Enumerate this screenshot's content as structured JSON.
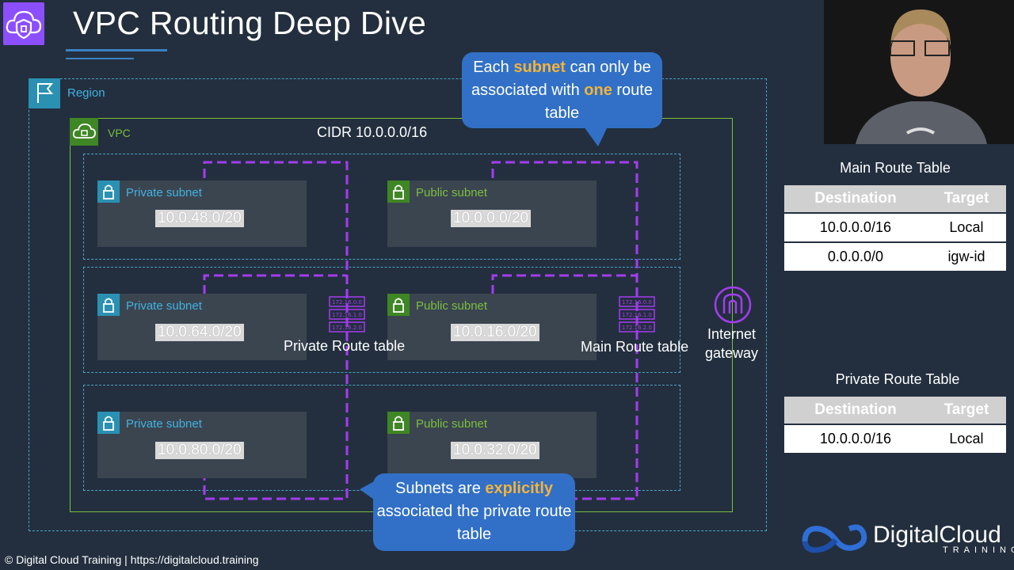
{
  "title": "VPC Routing Deep Dive",
  "region_label": "Region",
  "vpc_label": "VPC",
  "vpc_cidr": "CIDR 10.0.0.0/16",
  "subnets": [
    {
      "label": "Private subnet",
      "cidr": "10.0.48.0/20"
    },
    {
      "label": "Public subnet",
      "cidr": "10.0.0.0/20"
    },
    {
      "label": "Private subnet",
      "cidr": "10.0.64.0/20"
    },
    {
      "label": "Public subnet",
      "cidr": "10.0.16.0/20"
    },
    {
      "label": "Private subnet",
      "cidr": "10.0.80.0/20"
    },
    {
      "label": "Public subnet",
      "cidr": "10.0.32.0/20"
    }
  ],
  "route_icons": {
    "private": [
      "172.16.0.0",
      "172.16.1.0",
      "172.16.2.0"
    ],
    "main": [
      "172.16.0.0",
      "172.16.1.0",
      "172.16.2.0"
    ]
  },
  "private_rt_label": "Private Route table",
  "main_rt_label": "Main Route table",
  "igw": {
    "line1": "Internet",
    "line2": "gateway"
  },
  "bubble_top": {
    "pre": "Each ",
    "hl1": "subnet",
    "mid": " can only be associated with ",
    "hl2": "one",
    "post": " route table"
  },
  "bubble_bottom": {
    "pre": "Subnets are ",
    "hl": "explicitly",
    "post": " associated the private route table"
  },
  "main_table": {
    "title": "Main Route Table",
    "headers": [
      "Destination",
      "Target"
    ],
    "rows": [
      [
        "10.0.0.0/16",
        "Local"
      ],
      [
        "0.0.0.0/0",
        "igw-id"
      ]
    ]
  },
  "private_table": {
    "title": "Private Route Table",
    "headers": [
      "Destination",
      "Target"
    ],
    "rows": [
      [
        "10.0.0.0/16",
        "Local"
      ]
    ]
  },
  "footer": "© Digital Cloud Training  | https://digitalcloud.training",
  "brand": {
    "name": "DigitalCloud",
    "sub": "TRAINING"
  },
  "colors": {
    "background": "#232f3e",
    "region_border": "#4aa3c8",
    "vpc_border": "#7bbf3d",
    "route_path": "#a43cf0",
    "bubble": "#3170c6",
    "highlight": "#f4b33b"
  }
}
